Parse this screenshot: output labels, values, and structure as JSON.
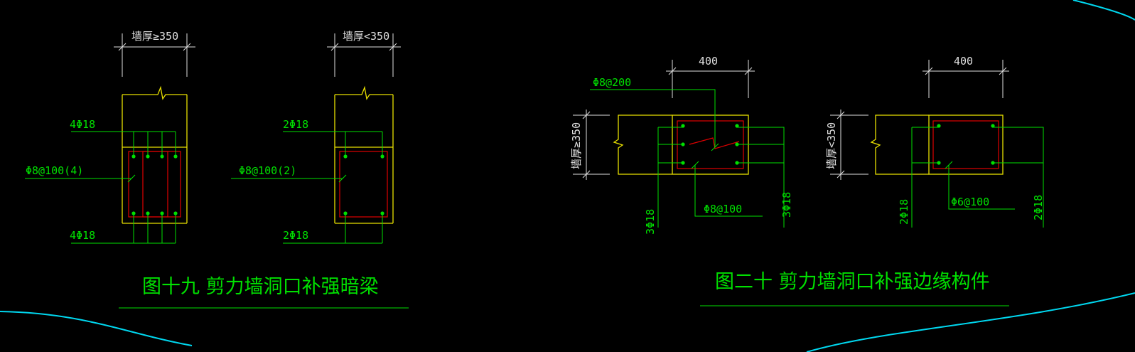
{
  "fig19": {
    "left": {
      "dim_label": "墙厚≥350",
      "top_bars": "4Φ18",
      "stirrup": "Φ8@100(4)",
      "bottom_bars": "4Φ18"
    },
    "right": {
      "dim_label": "墙厚<350",
      "top_bars": "2Φ18",
      "stirrup": "Φ8@100(2)",
      "bottom_bars": "2Φ18"
    },
    "title": "图十九  剪力墙洞口补强暗梁"
  },
  "fig20": {
    "left": {
      "dim_top": "400",
      "tie_label": "Φ8@200",
      "side_label": "墙厚≥350",
      "left_bars": "3Φ18",
      "stirrup": "Φ8@100",
      "right_bars": "3Φ18"
    },
    "right": {
      "dim_top": "400",
      "side_label": "墙厚<350",
      "left_bars": "2Φ18",
      "stirrup": "Φ6@100",
      "right_bars": "2Φ18"
    },
    "title": "图二十  剪力墙洞口补强边缘构件"
  },
  "colors": {
    "background": "#000000",
    "dimension": "#e0e0e0",
    "leader": "#00e000",
    "outline": "#e8e000",
    "stirrup": "#e00000",
    "boundary": "#00d8f0"
  }
}
